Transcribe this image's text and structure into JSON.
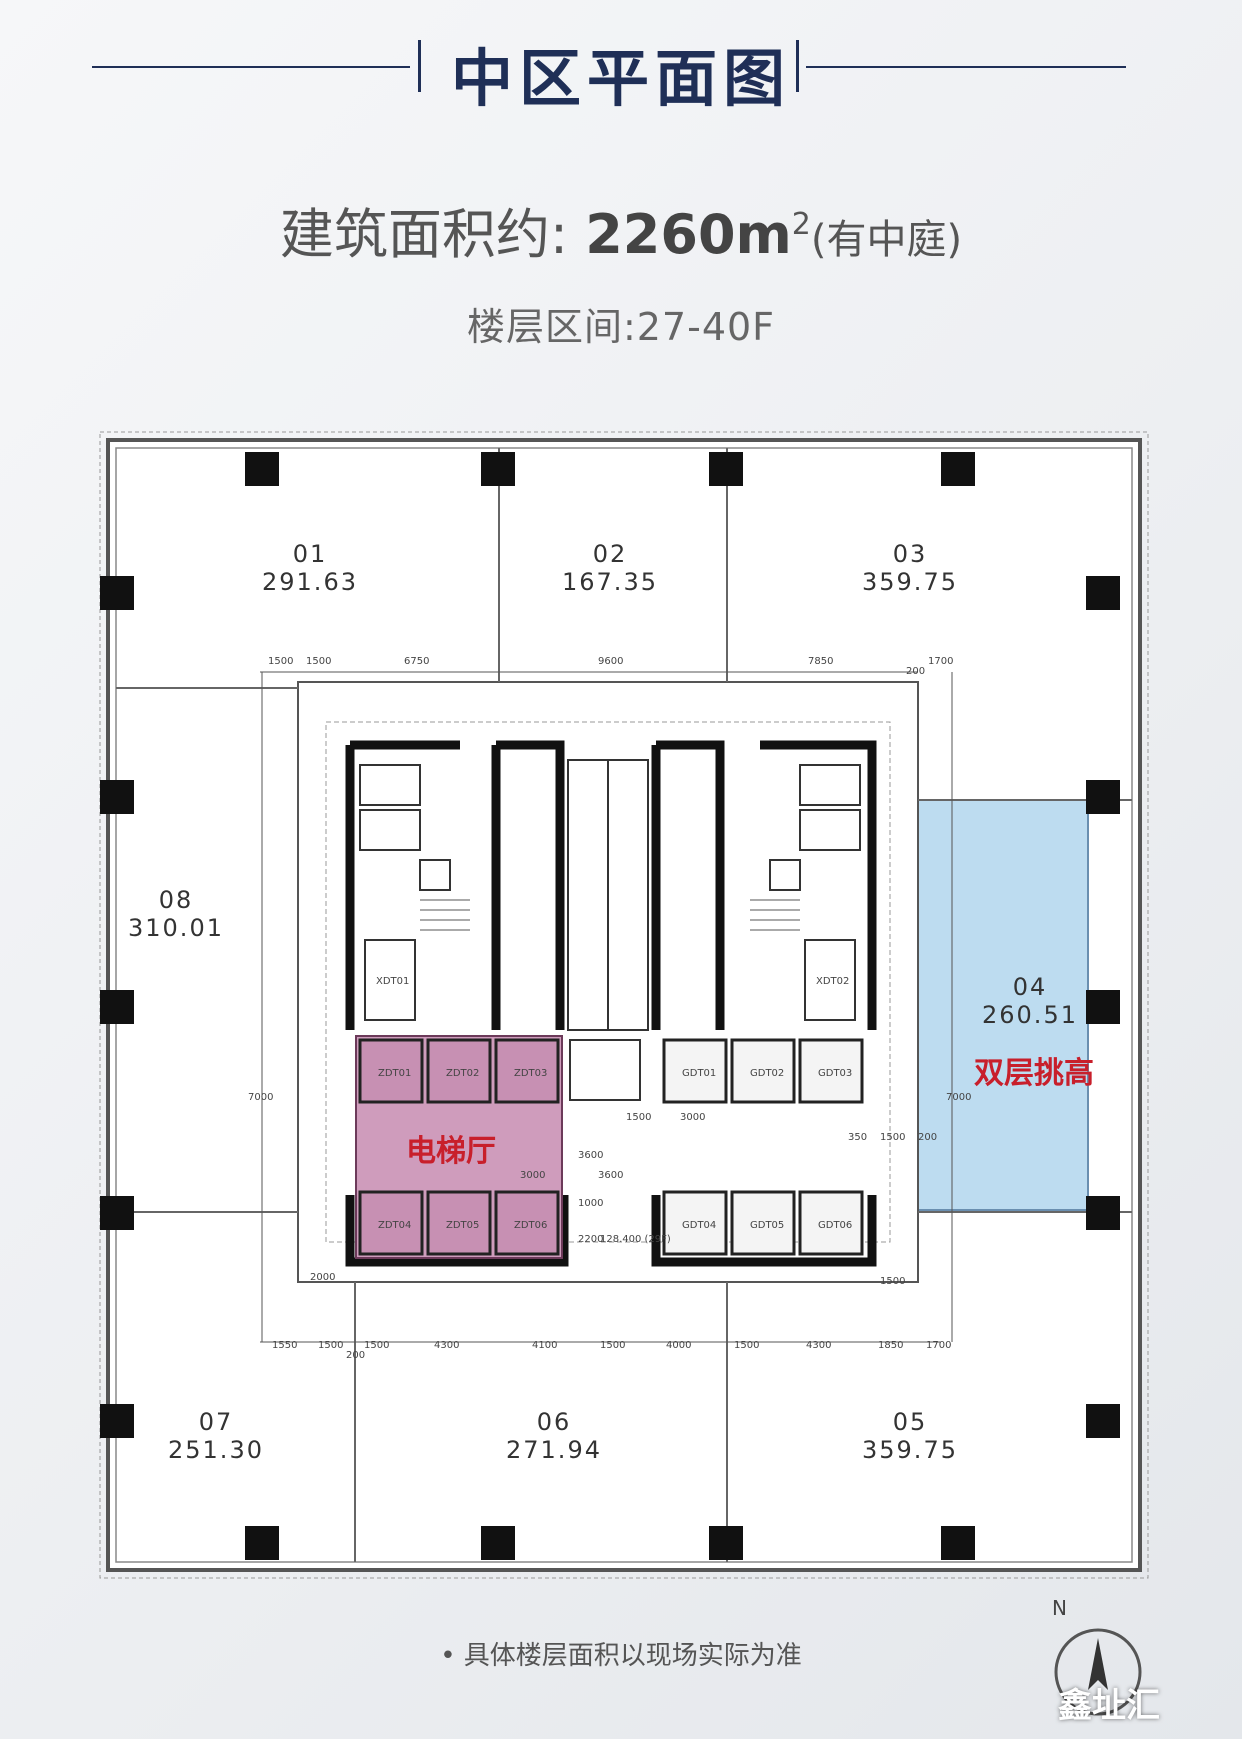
{
  "header": {
    "title": "中区平面图",
    "area_label": "建筑面积约: ",
    "area_value": "2260m",
    "area_sup": "2",
    "area_note": "(有中庭)",
    "floor_range": "楼层区间:27-40F"
  },
  "units": [
    {
      "number": "01",
      "area": "291.63"
    },
    {
      "number": "02",
      "area": "167.35"
    },
    {
      "number": "03",
      "area": "359.75"
    },
    {
      "number": "04",
      "area": "260.51"
    },
    {
      "number": "05",
      "area": "359.75"
    },
    {
      "number": "06",
      "area": "271.94"
    },
    {
      "number": "07",
      "area": "251.30"
    },
    {
      "number": "08",
      "area": "310.01"
    }
  ],
  "labels": {
    "elevator_lobby": "电梯厅",
    "double_height": "双层挑高"
  },
  "elevators": {
    "left": [
      "ZDT01",
      "ZDT02",
      "ZDT03",
      "ZDT04",
      "ZDT05",
      "ZDT06"
    ],
    "right": [
      "GDT01",
      "GDT02",
      "GDT03",
      "GDT04",
      "GDT05",
      "GDT06"
    ],
    "fire": [
      "XDT01",
      "XDT02"
    ]
  },
  "dimensions": {
    "top": [
      "1500",
      "1500",
      "6750",
      "9600",
      "7850",
      "200",
      "1700"
    ],
    "bottom": [
      "1550",
      "1500",
      "200",
      "1500",
      "4300",
      "4100",
      "1500",
      "4000",
      "1500",
      "4300",
      "1850",
      "1700"
    ],
    "core": [
      "1500",
      "3000",
      "3600",
      "3000",
      "3600",
      "350",
      "1500",
      "200",
      "2000",
      "1500",
      "7000",
      "7000",
      "1000",
      "2200"
    ]
  },
  "notes": {
    "elevation": "128.400 (29F)"
  },
  "colors": {
    "title": "#1f2f57",
    "elevator_lobby_fill": "#cf9cbc",
    "double_height_fill": "#bddcf0",
    "red_label": "#c81f2b"
  },
  "footer": {
    "note": "• 具体楼层面积以现场实际为准",
    "north": "N",
    "watermark": "鑫址汇"
  }
}
